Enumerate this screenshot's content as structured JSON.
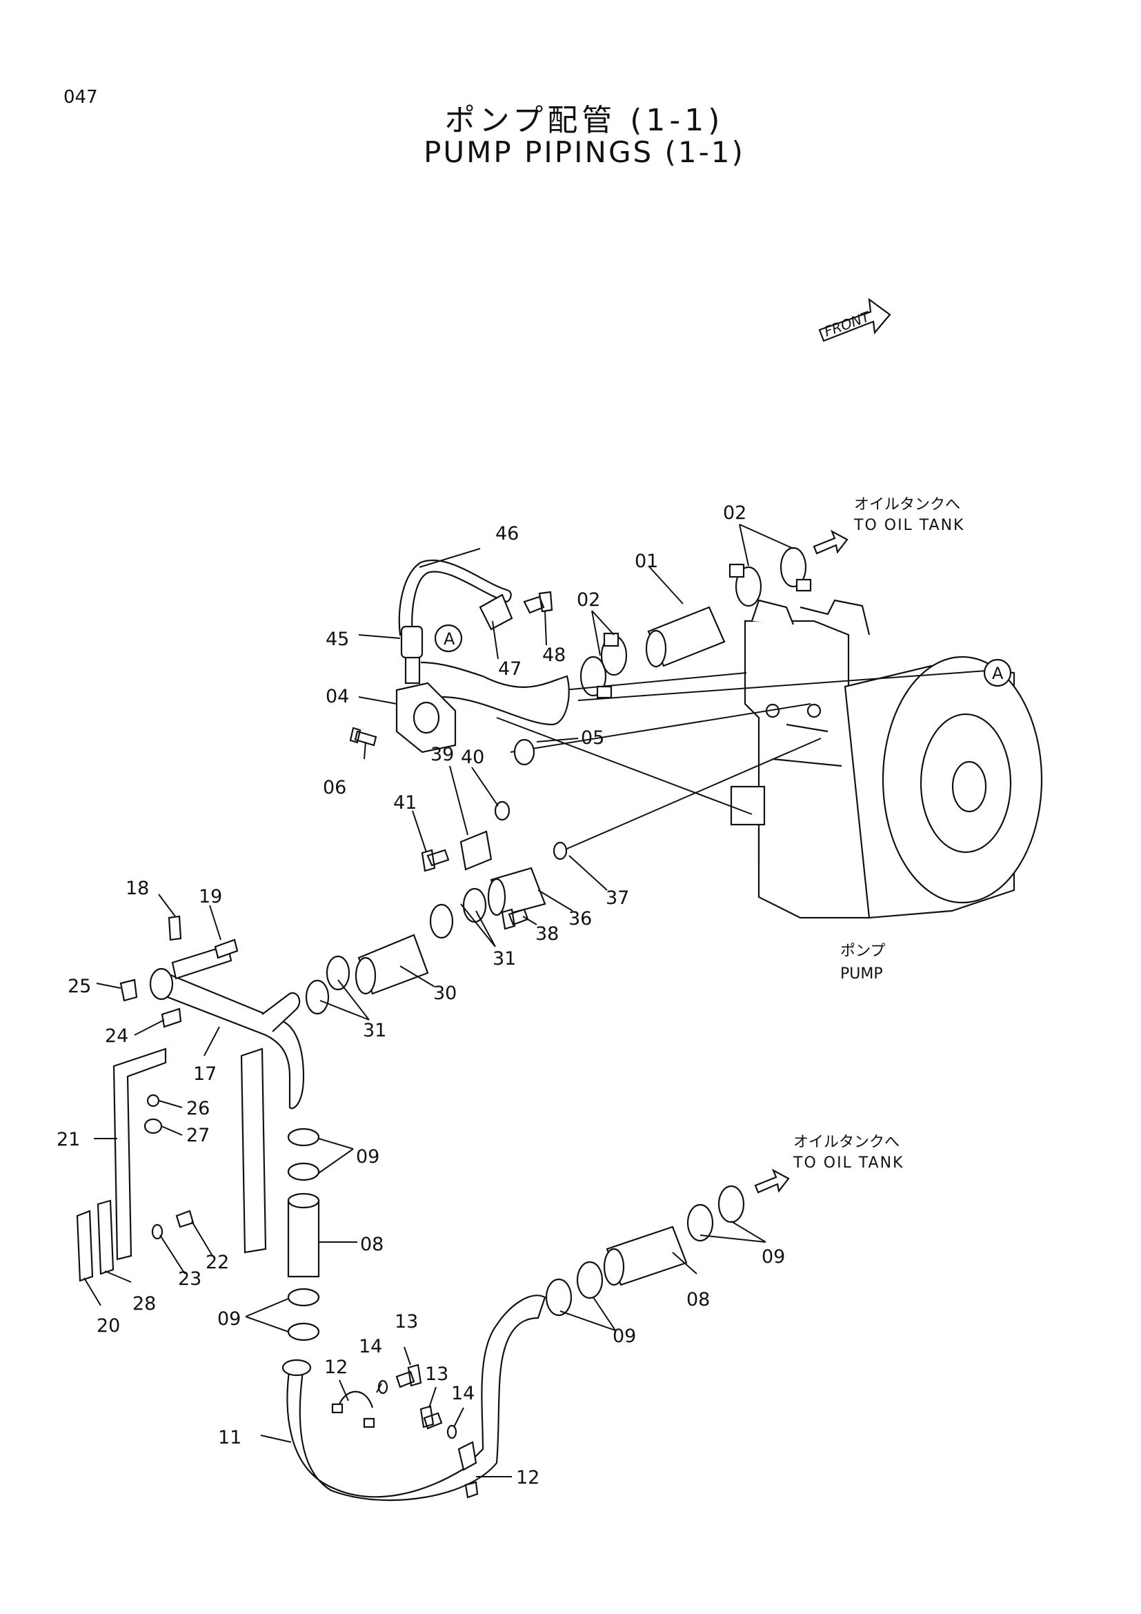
{
  "page_number": "047",
  "title_jp": "ポンプ配管 (1-1)",
  "title_en": "PUMP PIPINGS (1-1)",
  "front_badge": "FRONT",
  "notes": {
    "oil_tank_top_jp": "オイルタンクへ",
    "oil_tank_top_en": "TO OIL TANK",
    "oil_tank_bottom_jp": "オイルタンクへ",
    "oil_tank_bottom_en": "TO OIL TANK",
    "pump_jp": "ポンプ",
    "pump_en": "PUMP"
  },
  "callouts": {
    "a_left": "A",
    "a_right": "A"
  },
  "part_labels": [
    "01",
    "02",
    "02",
    "04",
    "05",
    "06",
    "08",
    "08",
    "09",
    "09",
    "09",
    "09",
    "11",
    "12",
    "12",
    "13",
    "13",
    "14",
    "14",
    "17",
    "18",
    "19",
    "20",
    "21",
    "22",
    "23",
    "24",
    "25",
    "26",
    "27",
    "28",
    "30",
    "31",
    "31",
    "36",
    "37",
    "38",
    "39",
    "40",
    "41",
    "45",
    "46",
    "47",
    "48"
  ]
}
